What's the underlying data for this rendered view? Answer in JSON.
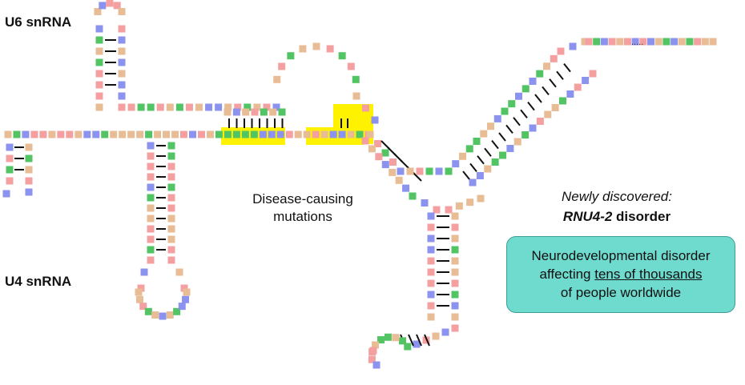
{
  "labels": {
    "u6": "U6 snRNA",
    "u4": "U4 snRNA"
  },
  "annotation": {
    "line1": "Disease-causing",
    "line2": "mutations"
  },
  "callout": {
    "newly": "Newly discovered:",
    "gene": "RNU4-2",
    "disorder_word": " disorder",
    "box_line1": "Neurodevelopmental disorder",
    "box_line2_pre": "affecting ",
    "box_line2_ul": "tens of thousands",
    "box_line3": "of people worldwide"
  },
  "colors": {
    "pink": "#f4a0a0",
    "tan": "#e8bd95",
    "blue": "#8c93ee",
    "green": "#53c463",
    "highlight": "#fff200",
    "box_fill": "#6fdbcf"
  },
  "ellipsis": "....."
}
